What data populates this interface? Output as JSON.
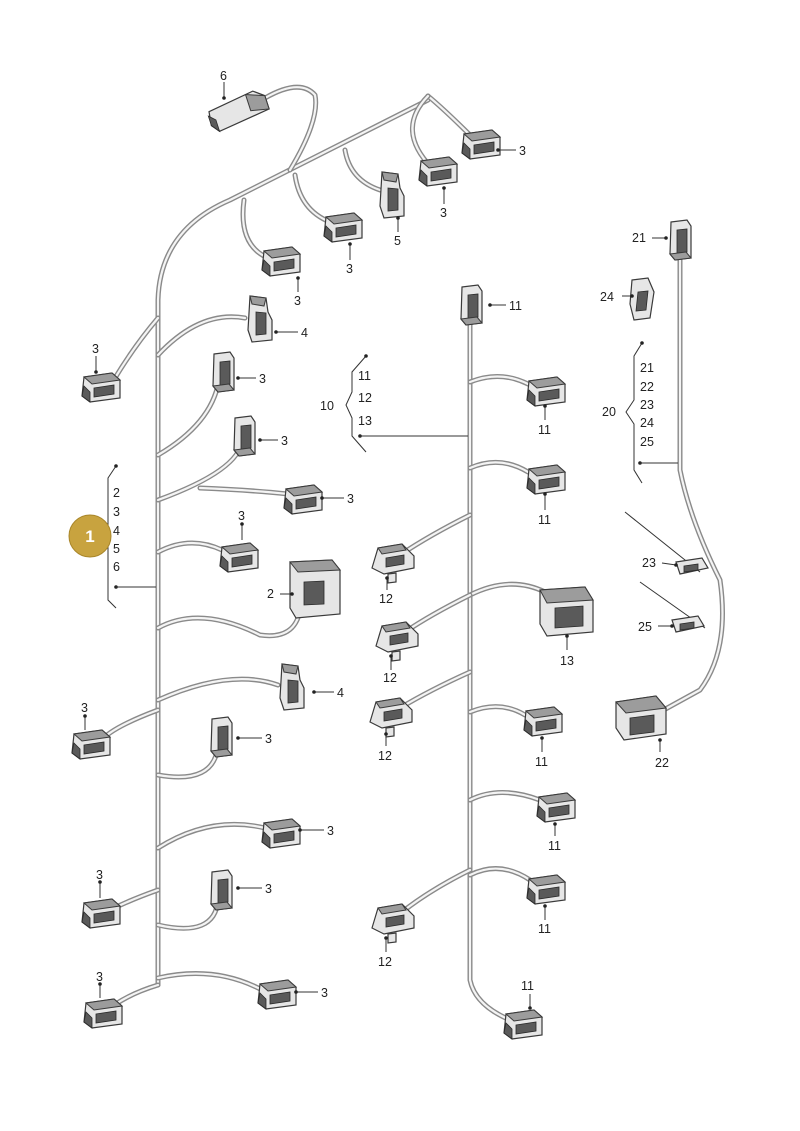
{
  "badge": {
    "label": "1"
  },
  "bracket_left": {
    "items": [
      "2",
      "3",
      "4",
      "5",
      "6"
    ]
  },
  "bracket_mid": {
    "number": "10",
    "items": [
      "11",
      "12",
      "13"
    ]
  },
  "bracket_right": {
    "number": "20",
    "items": [
      "21",
      "22",
      "23",
      "24",
      "25"
    ]
  },
  "callouts": {
    "c6": "6",
    "c3a": "3",
    "c3b": "3",
    "c5": "5",
    "c3c": "3",
    "c3d": "3",
    "c4a": "4",
    "c3e": "3",
    "c3f": "3",
    "c3g": "3",
    "c3h": "3",
    "c3i": "3",
    "c2": "2",
    "c3j": "3",
    "c4b": "4",
    "c3k": "3",
    "c3l": "3",
    "c3m": "3",
    "c3n": "3",
    "c3o": "3",
    "c3p": "3",
    "c11a": "11",
    "c11b": "11",
    "c11c": "11",
    "c12a": "12",
    "c13": "13",
    "c12b": "12",
    "c12c": "12",
    "c11d": "11",
    "c11e": "11",
    "c11f": "11",
    "c12d": "12",
    "c11g": "11",
    "c21": "21",
    "c24": "24",
    "c23": "23",
    "c25": "25",
    "c22": "22"
  }
}
